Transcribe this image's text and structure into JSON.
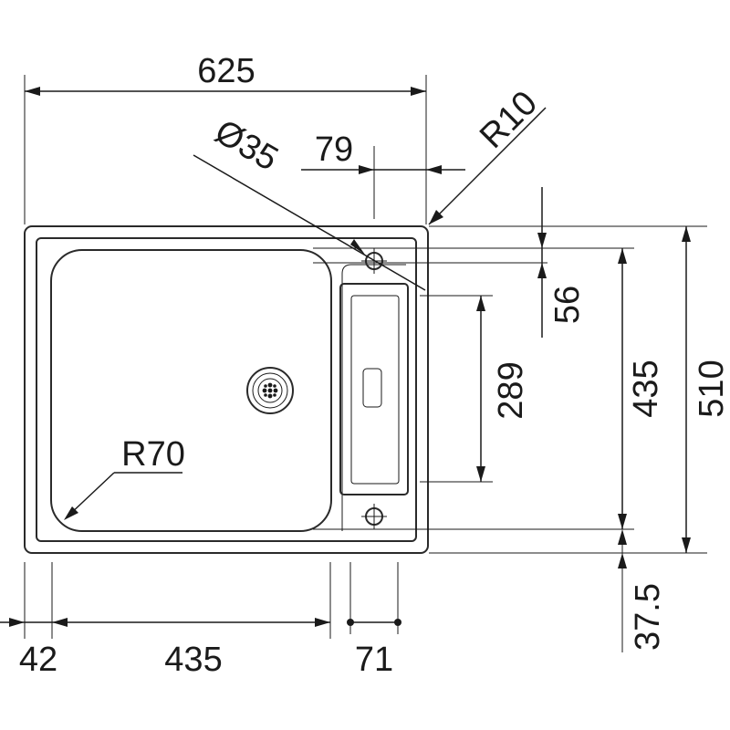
{
  "dimensions": {
    "overall_width": "625",
    "tap_offset": "79",
    "hole_diameter": "Ø35",
    "corner_radius_small": "R10",
    "hole_spacing_top": "56",
    "drainer_length": "289",
    "bowl_length": "435",
    "overall_length": "510",
    "bottom_offset": "37.5",
    "bowl_radius": "R70",
    "left_margin": "42",
    "bowl_width": "435",
    "drainer_width": "71"
  }
}
